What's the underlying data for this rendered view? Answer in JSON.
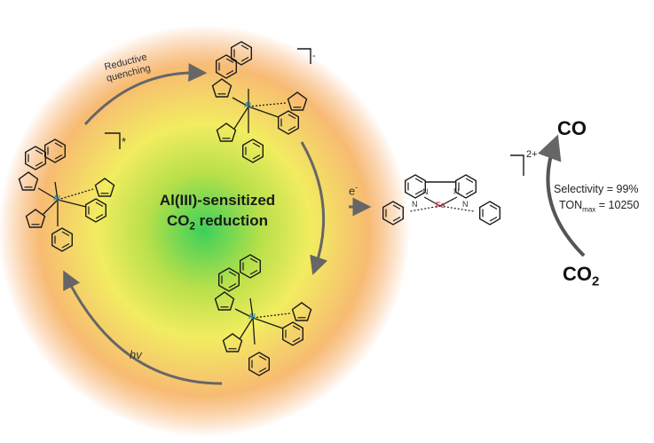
{
  "cycle": {
    "center_line1": "Al(III)-sensitized",
    "center_line2_main": "CO",
    "center_line2_sub": "2",
    "center_line2_rest": " reduction",
    "step_top_line1": "Reductive",
    "step_top_line2": "quenching",
    "step_left": "hv",
    "electron": "e",
    "electron_sup": "-"
  },
  "complexes": {
    "excited_charge": "*",
    "reduced_charge": "-",
    "iron_charge": "2+",
    "metal_al": "Al",
    "metal_fe": "Fe",
    "nitrogen": "N"
  },
  "product": {
    "co": "CO",
    "co2_main": "CO",
    "co2_sub": "2",
    "selectivity": "Selectivity = 99%",
    "ton_main": "TON",
    "ton_sub": "max",
    "ton_value": " = 10250"
  },
  "colors": {
    "glow_center": "#3cd05a",
    "glow_mid": "#e8e83a",
    "glow_edge": "#f7a25a",
    "arrow": "#666666",
    "al_label": "#2e8fb5",
    "fe_label": "#e0323c",
    "bond": "#1a1a1a"
  }
}
